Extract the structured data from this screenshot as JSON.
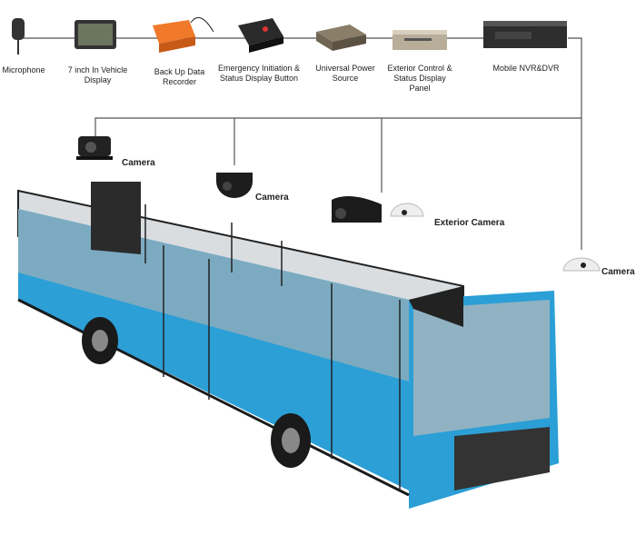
{
  "devices": [
    {
      "label": "Microphone"
    },
    {
      "label": "7 inch In Vehicle Display"
    },
    {
      "label": "Back Up Data Recorder"
    },
    {
      "label": "Emergency Initiation & Status Display Button"
    },
    {
      "label": "Universal Power Source"
    },
    {
      "label": "Exterior Control & Status Display Panel"
    },
    {
      "label": "Mobile NVR&DVR"
    }
  ],
  "cameras": [
    {
      "label": "Camera"
    },
    {
      "label": "Camera"
    },
    {
      "label": "Exterior Camera"
    },
    {
      "label": "Camera"
    }
  ],
  "colors": {
    "bus_body": "#2b9fd6",
    "recorder": "#f07a2a",
    "line": "#555555"
  }
}
